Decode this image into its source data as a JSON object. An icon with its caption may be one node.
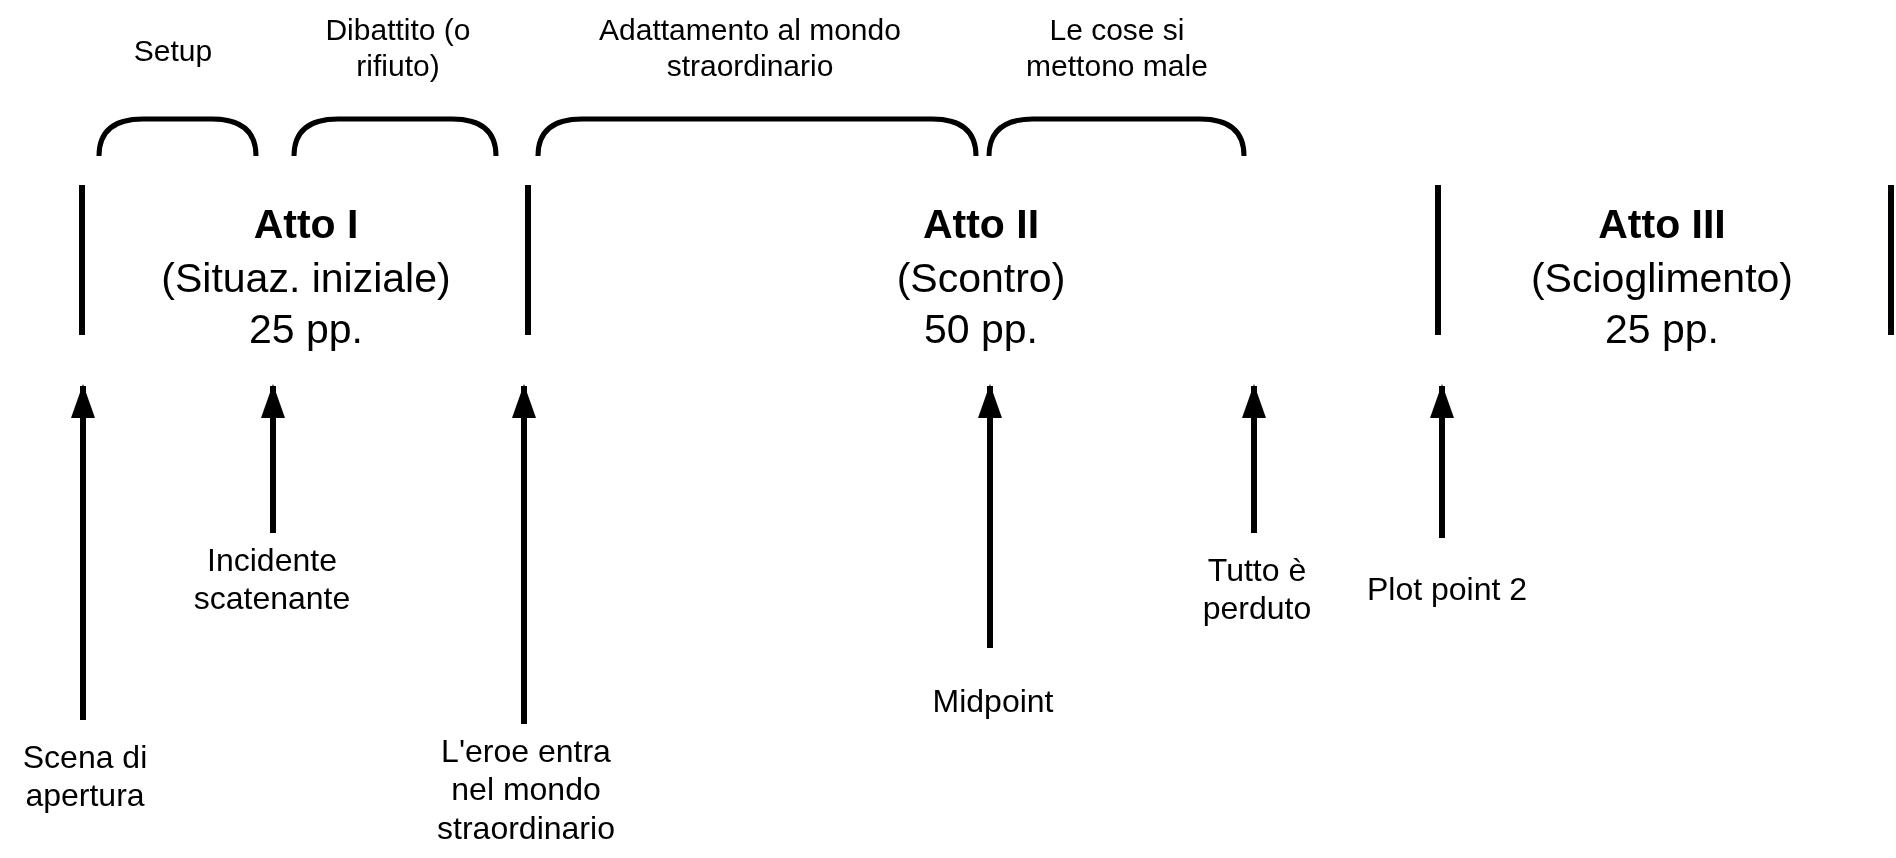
{
  "diagram": {
    "nodes": [
      {
        "text": [
          "Scena di apertura"
        ]
      },
      {
        "text": [
          "Incidente scatenante"
        ]
      },
      {
        "text": [
          "L'eroe entra nel mondo straordinario"
        ]
      },
      {
        "text": [
          "Midpoint"
        ]
      },
      {
        "text": [
          "Tutto è perduto"
        ]
      },
      {
        "text": [
          "Plot point 2"
        ]
      }
    ],
    "edges": [
      {
        "from": 0,
        "to": null,
        "arrow": "to"
      },
      {
        "from": 1,
        "to": null,
        "arrow": "to"
      },
      {
        "from": 2,
        "to": null,
        "arrow": "to"
      },
      {
        "from": 3,
        "to": null,
        "arrow": "to"
      },
      {
        "from": 4,
        "to": null,
        "arrow": "to"
      },
      {
        "from": 5,
        "to": null,
        "arrow": "to"
      }
    ],
    "labels": [
      "Setup",
      "Dibattito (o rifiuto)",
      "Adattamento al mondo straordinario",
      "Le cose si mettono male",
      "Atto I",
      "(Situaz. iniziale)",
      "25 pp.",
      "Atto II",
      "(Scontro)",
      "50 pp.",
      "Atto III",
      "(Scioglimento)",
      "25 pp."
    ]
  }
}
